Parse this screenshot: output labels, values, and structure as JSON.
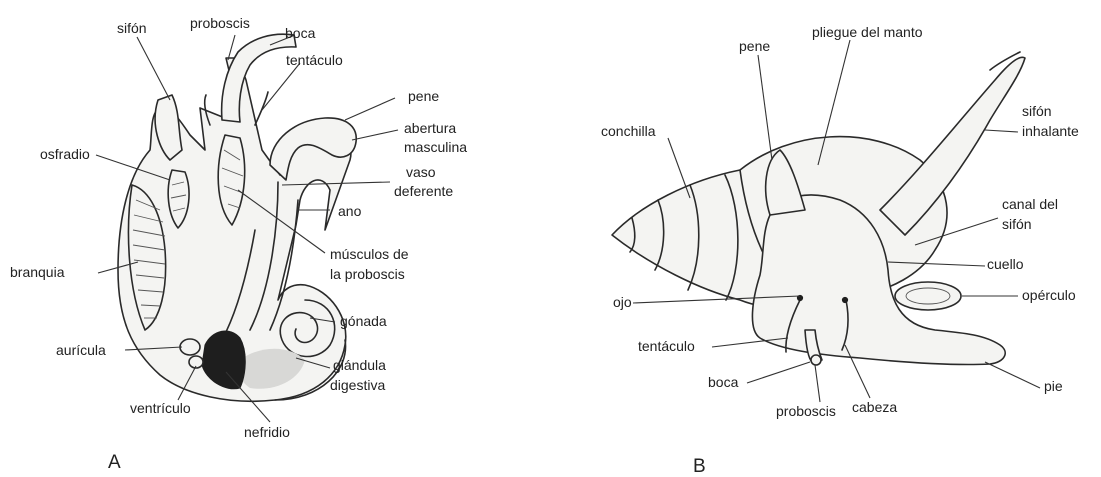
{
  "panels": {
    "a": "A",
    "b": "B"
  },
  "labels_a": {
    "sifon": "sifón",
    "proboscis": "proboscis",
    "boca": "boca",
    "tentaculo": "tentáculo",
    "pene": "pene",
    "abertura_1": "abertura",
    "abertura_2": "masculina",
    "osfradio": "osfradio",
    "vaso_1": "vaso",
    "vaso_2": "deferente",
    "ano": "ano",
    "musculos_1": "músculos de",
    "musculos_2": "la proboscis",
    "branquia": "branquia",
    "gonada": "gónada",
    "auricula": "aurícula",
    "glandula_1": "glándula",
    "glandula_2": "digestiva",
    "ventriculo": "ventrículo",
    "nefridio": "nefridio"
  },
  "labels_b": {
    "pene": "pene",
    "pliegue": "pliegue del manto",
    "sifon_1": "sifón",
    "sifon_2": "inhalante",
    "conchilla": "conchilla",
    "canal_1": "canal del",
    "canal_2": "sifón",
    "cuello": "cuello",
    "ojo": "ojo",
    "operculo": "opérculo",
    "tentaculo": "tentáculo",
    "boca": "boca",
    "pie": "pie",
    "proboscis": "proboscis",
    "cabeza": "cabeza"
  }
}
